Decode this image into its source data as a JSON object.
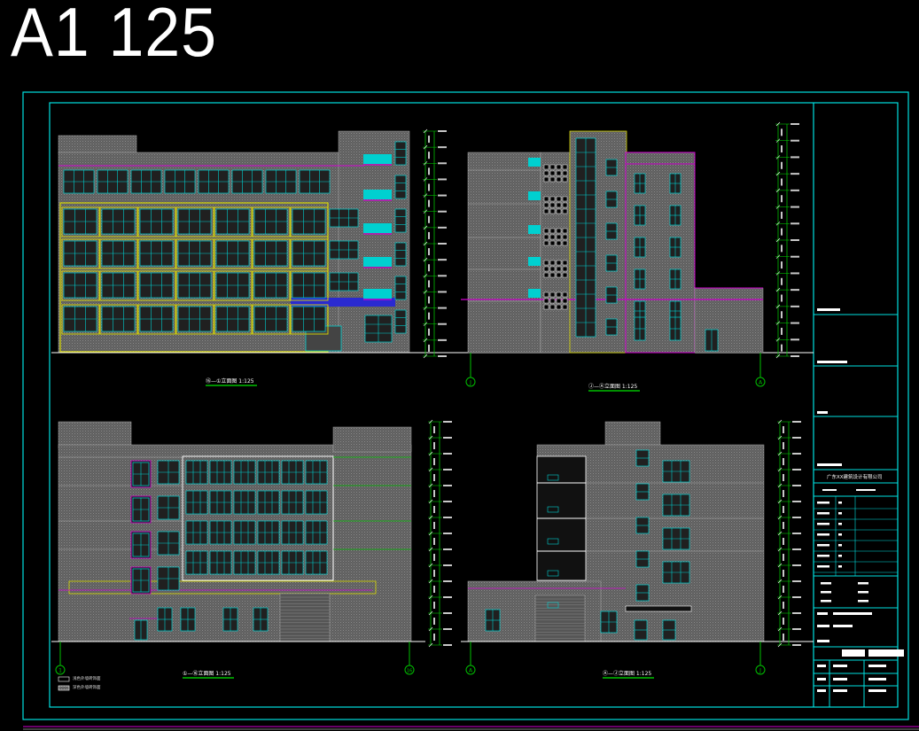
{
  "sheet": {
    "title": "A1  125",
    "colors": {
      "frame": "#00e0e0",
      "wall": "#6a6a6a",
      "window": "#00d0d0",
      "accent_yellow": "#d8d800",
      "accent_magenta": "#d000d0",
      "dim_green": "#00c000",
      "ground": "#ffffff"
    }
  },
  "elevations": [
    {
      "id": "elev-1",
      "caption": "⑯—①立面图 1:125"
    },
    {
      "id": "elev-2",
      "caption": "Ⓙ—Ⓐ立面图 1:125"
    },
    {
      "id": "elev-3",
      "caption": "①—⑯立面图 1:125"
    },
    {
      "id": "elev-4",
      "caption": "Ⓐ—Ⓙ立面图 1:125"
    }
  ],
  "axis_labels": {
    "a1": "J",
    "a2": "A",
    "a3": "1",
    "a4": "16",
    "a5": "A",
    "a6": "J"
  },
  "title_block": {
    "company": "广东XX建筑设计有限公司"
  },
  "legend": {
    "item1": "浅色外墙砖饰面",
    "item2": "深色外墙砖饰面"
  }
}
